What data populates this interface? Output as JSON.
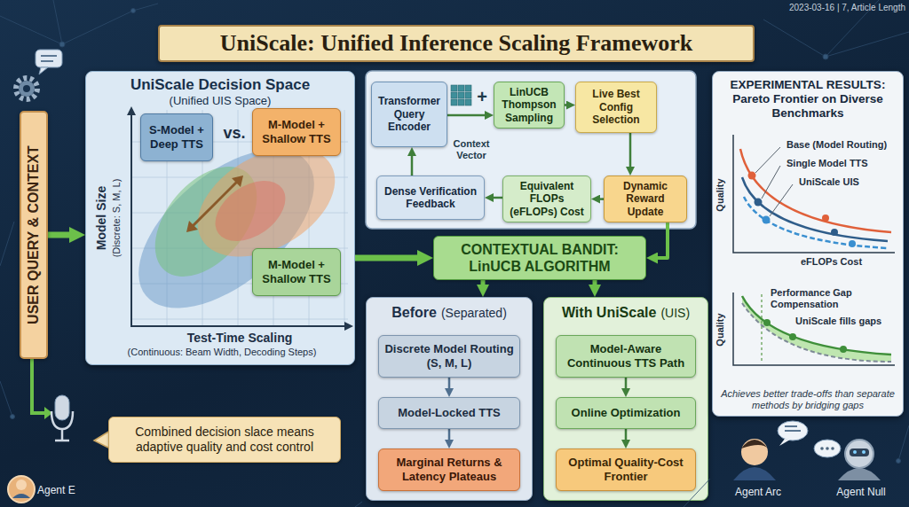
{
  "diagram": {
    "title": "UniScale: Unified Inference Scaling Framework",
    "nodes": [
      {
        "text": [
          "USER QUERY & CONTEXT"
        ]
      },
      {
        "text": [
          "UniScale Decision Space",
          "(Unified UIS Space)"
        ]
      },
      {
        "text": [
          "S-Model + Deep TTS"
        ],
        "in": 1
      },
      {
        "text": [
          "M-Model + Shallow TTS"
        ],
        "in": 1
      },
      {
        "text": [
          "M-Model + Shallow TTS"
        ],
        "in": 1
      },
      {
        "text": [
          "Combined decision slace means adaptive quality and cost control"
        ]
      },
      {
        "text": [
          "Transformer Query Encoder"
        ]
      },
      {
        "text": [
          "LinUCB Thompson Sampling"
        ]
      },
      {
        "text": [
          "Live Best Config Selection"
        ]
      },
      {
        "text": [
          "Dynamic Reward Update"
        ]
      },
      {
        "text": [
          "Equivalent FLOPs (eFLOPs) Cost"
        ]
      },
      {
        "text": [
          "Dense Verification Feedback"
        ]
      },
      {
        "text": [
          "CONTEXTUAL BANDIT: LinUCB ALGORITHM"
        ]
      },
      {
        "text": [
          "Before",
          "(Separated)"
        ]
      },
      {
        "text": [
          "Discrete Model Routing (S, M, L)"
        ],
        "in": 13
      },
      {
        "text": [
          "Model-Locked TTS"
        ],
        "in": 13
      },
      {
        "text": [
          "Marginal Returns & Latency Plateaus"
        ],
        "in": 13
      },
      {
        "text": [
          "With UniScale",
          "(UIS)"
        ]
      },
      {
        "text": [
          "Model-Aware Continuous TTS Path"
        ],
        "in": 17
      },
      {
        "text": [
          "Online Optimization"
        ],
        "in": 17
      },
      {
        "text": [
          "Optimal Quality-Cost Frontier"
        ],
        "in": 17
      },
      {
        "text": [
          "EXPERIMENTAL RESULTS: Pareto Frontier on Diverse Benchmarks",
          "Achieves better trade-offs than separate methods by bridging gaps"
        ]
      }
    ],
    "edges": [
      {
        "from": 0,
        "to": 1,
        "arrow": "to"
      },
      {
        "from": 1,
        "to": 12,
        "arrow": "to"
      },
      {
        "from": 6,
        "to": 7,
        "arrow": "to"
      },
      {
        "from": 7,
        "to": 8,
        "arrow": "to"
      },
      {
        "from": 8,
        "to": 9,
        "arrow": "to"
      },
      {
        "from": 9,
        "to": 10,
        "arrow": "to"
      },
      {
        "from": 10,
        "to": 11,
        "arrow": "to"
      },
      {
        "from": 11,
        "to": 6,
        "arrow": "to"
      },
      {
        "from": 9,
        "to": 12,
        "arrow": "to"
      },
      {
        "from": 12,
        "to": 13,
        "arrow": "to"
      },
      {
        "from": 12,
        "to": 17,
        "arrow": "to"
      },
      {
        "from": 14,
        "to": 15,
        "arrow": "to"
      },
      {
        "from": 15,
        "to": 16,
        "arrow": "to"
      },
      {
        "from": 18,
        "to": 19,
        "arrow": "to"
      },
      {
        "from": 19,
        "to": 20,
        "arrow": "to"
      }
    ],
    "labels": [
      "2023-03-16 | 7, Article Length",
      "vs.",
      "Model Size",
      "(Discrete: S, M, L)",
      "Test-Time Scaling",
      "(Continuous: Beam Width, Decoding Steps)",
      "Context Vector",
      "+",
      "Agent E",
      "Base (Model Routing)",
      "Single Model TTS",
      "UniScale UIS",
      "Quality",
      "eFLOPs Cost",
      "Performance Gap Compensation",
      "Quality",
      "UniScale fills gaps",
      "Agent Arc",
      "Agent Null"
    ]
  }
}
